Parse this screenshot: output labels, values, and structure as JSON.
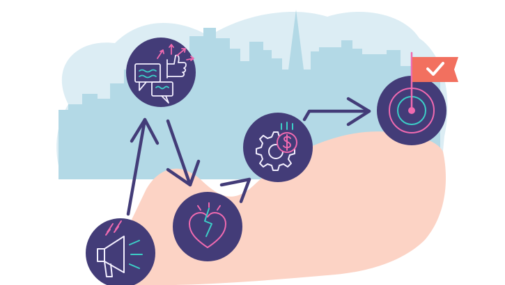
{
  "colors": {
    "background": "#ffffff",
    "sky_blob": "#dcedf4",
    "skyline": "#b3d9e6",
    "hill": "#fcd3c5",
    "circle_fill": "#433c78",
    "arrow": "#433c78",
    "icon_pink": "#f06ab0",
    "icon_light": "#f4f0ff",
    "icon_teal": "#3ccfc7",
    "flag": "#f2705f",
    "flag_check": "#ffffff"
  },
  "steps": [
    {
      "id": "megaphone",
      "icon": "megaphone-icon"
    },
    {
      "id": "feedback",
      "icon": "chat-thumbs-up-icon"
    },
    {
      "id": "heartbreak",
      "icon": "broken-heart-icon"
    },
    {
      "id": "budget",
      "icon": "gear-dollar-icon"
    },
    {
      "id": "goal",
      "icon": "target-flag-icon"
    }
  ]
}
